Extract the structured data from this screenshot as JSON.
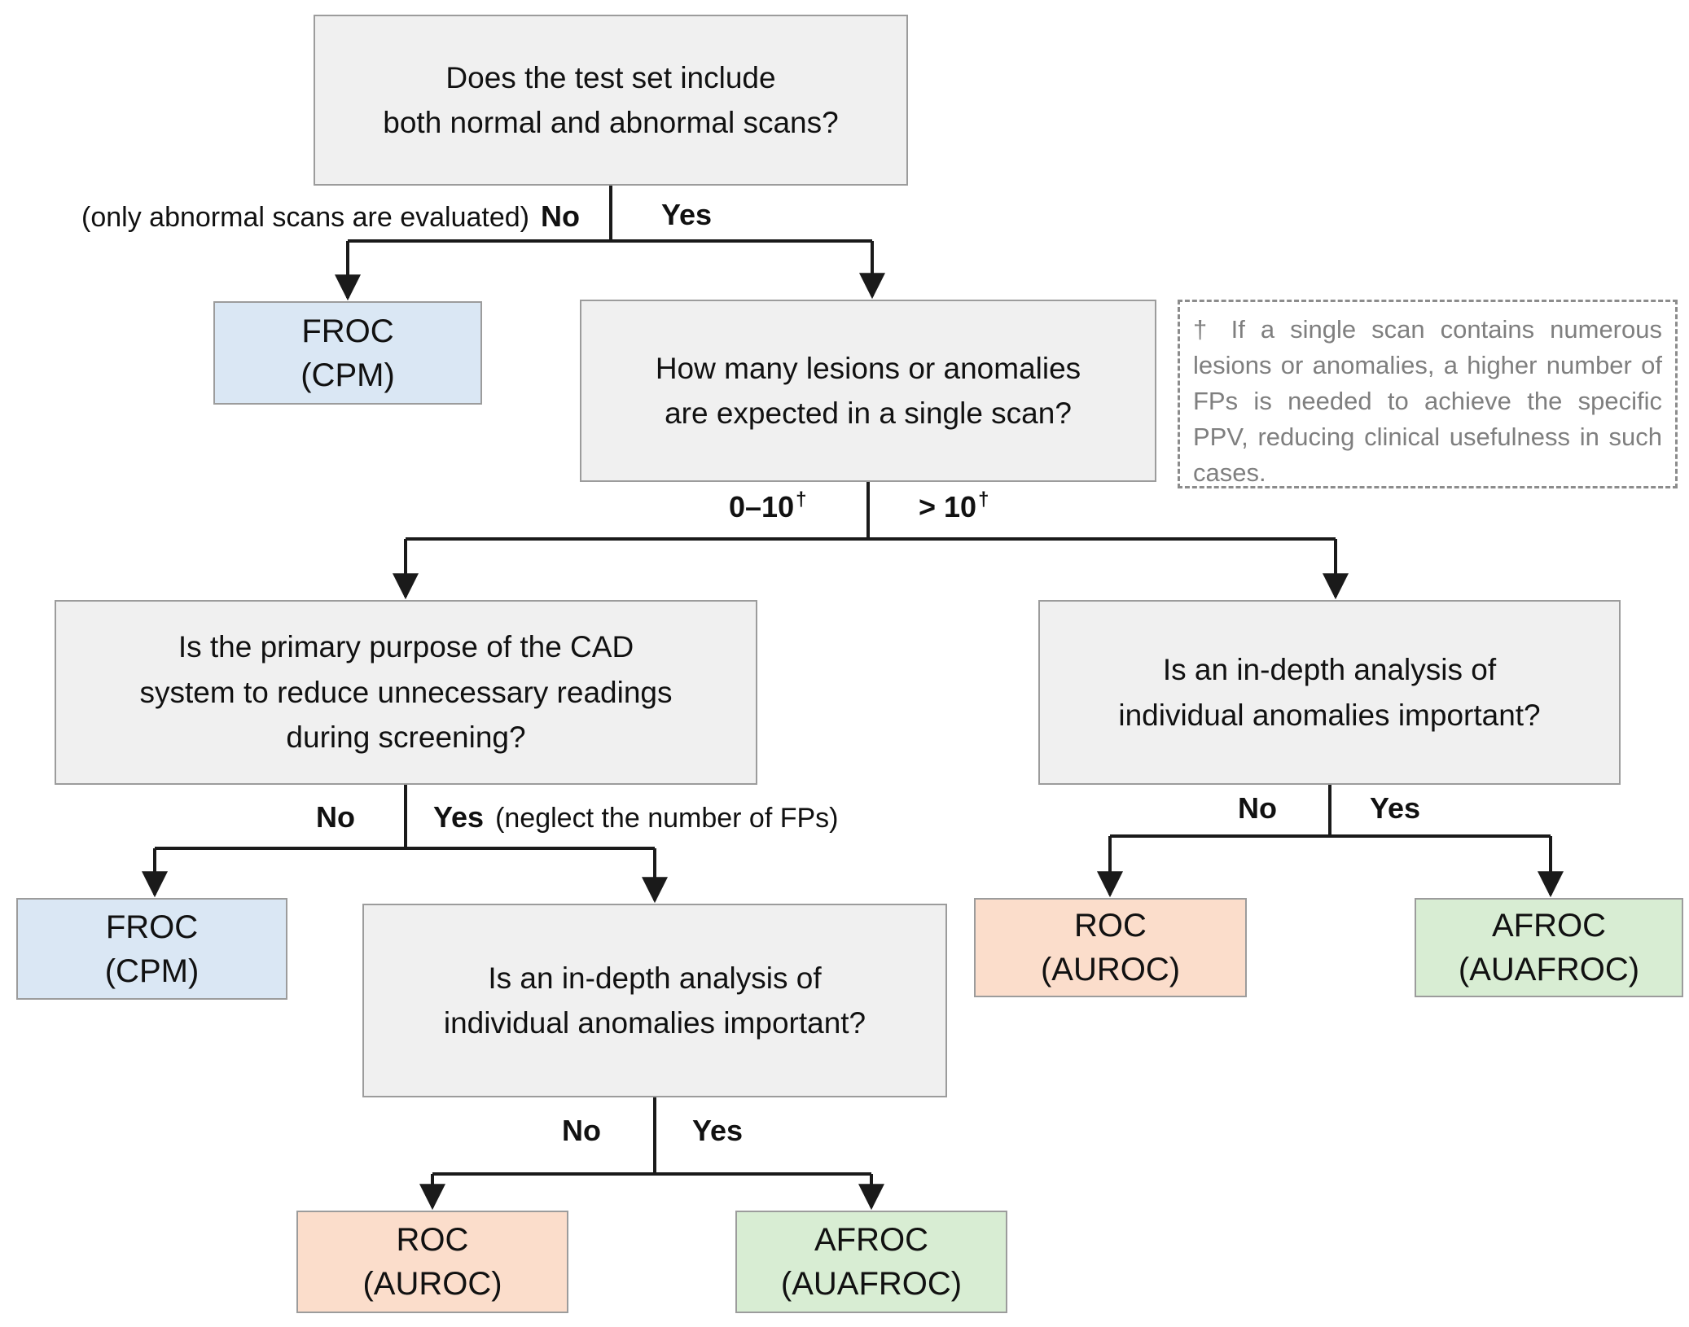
{
  "nodes": {
    "root": "Does the test set include\nboth normal and abnormal scans?",
    "froc_top": "FROC\n(CPM)",
    "q_lesions": "How many lesions or anomalies\nare expected in a single scan?",
    "q_cad": "Is the primary purpose of the CAD\nsystem to reduce unnecessary readings\nduring screening?",
    "q_depth_mid": "Is an in-depth analysis of\nindividual anomalies important?",
    "q_depth_right": "Is an in-depth analysis of\nindividual anomalies important?",
    "froc_left": "FROC\n(CPM)",
    "roc_mid": "ROC\n(AUROC)",
    "afroc_mid": "AFROC\n(AUAFROC)",
    "roc_right": "ROC\n(AUROC)",
    "afroc_right": "AFROC\n(AUAFROC)"
  },
  "labels": {
    "no": "No",
    "yes": "Yes",
    "only_abnormal": "(only abnormal scans are evaluated)",
    "neglect_fps": "(neglect the number of FPs)",
    "range_low": "0–10",
    "range_high": "> 10",
    "dagger": "†"
  },
  "note_text": "† If a single scan contains numerous lesions or anomalies, a higher number of FPs is needed to achieve the specific PPV, reducing clinical usefulness in such cases.",
  "colors": {
    "question_fill": "#f0f0f0",
    "froc_fill": "#dae7f4",
    "roc_fill": "#fbddcb",
    "afroc_fill": "#d8edd3",
    "line": "#1a1a1a",
    "note_text": "#7f7f7f"
  }
}
